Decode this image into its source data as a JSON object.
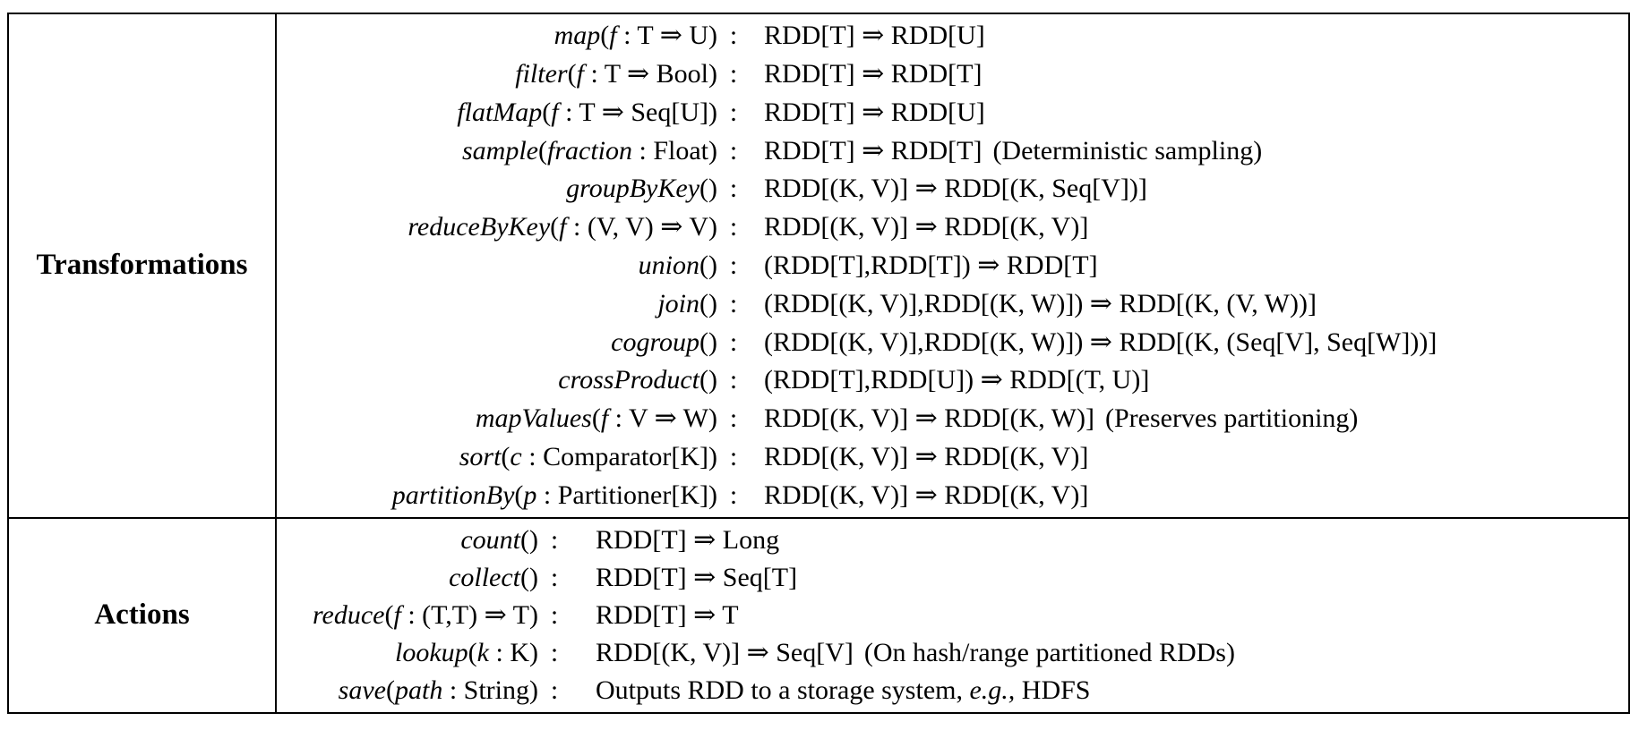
{
  "colors": {
    "text": "#000000",
    "background": "#ffffff",
    "border": "#000000"
  },
  "table": {
    "colon": ":",
    "sections": [
      {
        "label": "Transformations",
        "rows": [
          {
            "sig": [
              {
                "t": "map",
                "it": true
              },
              {
                "t": "(",
                "it": false
              },
              {
                "t": "f",
                "it": true
              },
              {
                "t": " : T ⇒ U)",
                "it": false
              }
            ],
            "res": [
              {
                "t": "RDD[T] ⇒ RDD[U]",
                "it": false
              }
            ]
          },
          {
            "sig": [
              {
                "t": "filter",
                "it": true
              },
              {
                "t": "(",
                "it": false
              },
              {
                "t": "f",
                "it": true
              },
              {
                "t": " : T ⇒ Bool)",
                "it": false
              }
            ],
            "res": [
              {
                "t": "RDD[T] ⇒ RDD[T]",
                "it": false
              }
            ]
          },
          {
            "sig": [
              {
                "t": "flatMap",
                "it": true
              },
              {
                "t": "(",
                "it": false
              },
              {
                "t": "f",
                "it": true
              },
              {
                "t": " : T ⇒ Seq[U])",
                "it": false
              }
            ],
            "res": [
              {
                "t": "RDD[T] ⇒ RDD[U]",
                "it": false
              }
            ]
          },
          {
            "sig": [
              {
                "t": "sample",
                "it": true
              },
              {
                "t": "(",
                "it": false
              },
              {
                "t": "fraction",
                "it": true
              },
              {
                "t": " : Float)",
                "it": false
              }
            ],
            "res": [
              {
                "t": "RDD[T] ⇒ RDD[T]",
                "it": false
              }
            ],
            "note": "(Deterministic sampling)"
          },
          {
            "sig": [
              {
                "t": "groupByKey",
                "it": true
              },
              {
                "t": "()",
                "it": false
              }
            ],
            "res": [
              {
                "t": "RDD[(K, V)] ⇒ RDD[(K, Seq[V])]",
                "it": false
              }
            ]
          },
          {
            "sig": [
              {
                "t": "reduceByKey",
                "it": true
              },
              {
                "t": "(",
                "it": false
              },
              {
                "t": "f",
                "it": true
              },
              {
                "t": " : (V, V) ⇒ V)",
                "it": false
              }
            ],
            "res": [
              {
                "t": "RDD[(K, V)] ⇒ RDD[(K, V)]",
                "it": false
              }
            ]
          },
          {
            "sig": [
              {
                "t": "union",
                "it": true
              },
              {
                "t": "()",
                "it": false
              }
            ],
            "res": [
              {
                "t": "(RDD[T],RDD[T]) ⇒ RDD[T]",
                "it": false
              }
            ]
          },
          {
            "sig": [
              {
                "t": "join",
                "it": true
              },
              {
                "t": "()",
                "it": false
              }
            ],
            "res": [
              {
                "t": "(RDD[(K, V)],RDD[(K, W)]) ⇒ RDD[(K, (V, W))]",
                "it": false
              }
            ]
          },
          {
            "sig": [
              {
                "t": "cogroup",
                "it": true
              },
              {
                "t": "()",
                "it": false
              }
            ],
            "res": [
              {
                "t": "(RDD[(K, V)],RDD[(K, W)]) ⇒ RDD[(K, (Seq[V], Seq[W]))]",
                "it": false
              }
            ]
          },
          {
            "sig": [
              {
                "t": "crossProduct",
                "it": true
              },
              {
                "t": "()",
                "it": false
              }
            ],
            "res": [
              {
                "t": "(RDD[T],RDD[U]) ⇒ RDD[(T, U)]",
                "it": false
              }
            ]
          },
          {
            "sig": [
              {
                "t": "mapValues",
                "it": true
              },
              {
                "t": "(",
                "it": false
              },
              {
                "t": "f",
                "it": true
              },
              {
                "t": " : V ⇒ W)",
                "it": false
              }
            ],
            "res": [
              {
                "t": "RDD[(K, V)] ⇒ RDD[(K, W)]",
                "it": false
              }
            ],
            "note": "(Preserves partitioning)"
          },
          {
            "sig": [
              {
                "t": "sort",
                "it": true
              },
              {
                "t": "(",
                "it": false
              },
              {
                "t": "c",
                "it": true
              },
              {
                "t": " : Comparator[K])",
                "it": false
              }
            ],
            "res": [
              {
                "t": "RDD[(K, V)] ⇒ RDD[(K, V)]",
                "it": false
              }
            ]
          },
          {
            "sig": [
              {
                "t": "partitionBy",
                "it": true
              },
              {
                "t": "(",
                "it": false
              },
              {
                "t": "p",
                "it": true
              },
              {
                "t": " : Partitioner[K])",
                "it": false
              }
            ],
            "res": [
              {
                "t": "RDD[(K, V)] ⇒ RDD[(K, V)]",
                "it": false
              }
            ]
          }
        ]
      },
      {
        "label": "Actions",
        "rows": [
          {
            "sig": [
              {
                "t": "count",
                "it": true
              },
              {
                "t": "()",
                "it": false
              }
            ],
            "res": [
              {
                "t": "RDD[T] ⇒ Long",
                "it": false
              }
            ]
          },
          {
            "sig": [
              {
                "t": "collect",
                "it": true
              },
              {
                "t": "()",
                "it": false
              }
            ],
            "res": [
              {
                "t": "RDD[T] ⇒ Seq[T]",
                "it": false
              }
            ]
          },
          {
            "sig": [
              {
                "t": "reduce",
                "it": true
              },
              {
                "t": "(",
                "it": false
              },
              {
                "t": "f",
                "it": true
              },
              {
                "t": " : (T,T) ⇒ T)",
                "it": false
              }
            ],
            "res": [
              {
                "t": "RDD[T] ⇒ T",
                "it": false
              }
            ]
          },
          {
            "sig": [
              {
                "t": "lookup",
                "it": true
              },
              {
                "t": "(",
                "it": false
              },
              {
                "t": "k",
                "it": true
              },
              {
                "t": " : K)",
                "it": false
              }
            ],
            "res": [
              {
                "t": "RDD[(K, V)] ⇒ Seq[V]",
                "it": false
              }
            ],
            "note": "(On hash/range partitioned RDDs)"
          },
          {
            "sig": [
              {
                "t": "save",
                "it": true
              },
              {
                "t": "(",
                "it": false
              },
              {
                "t": "path",
                "it": true
              },
              {
                "t": " : String)",
                "it": false
              }
            ],
            "res": [
              {
                "t": "Outputs RDD to a storage system, ",
                "it": false
              },
              {
                "t": "e.g.,",
                "it": true
              },
              {
                "t": " HDFS",
                "it": false
              }
            ]
          }
        ]
      }
    ]
  }
}
